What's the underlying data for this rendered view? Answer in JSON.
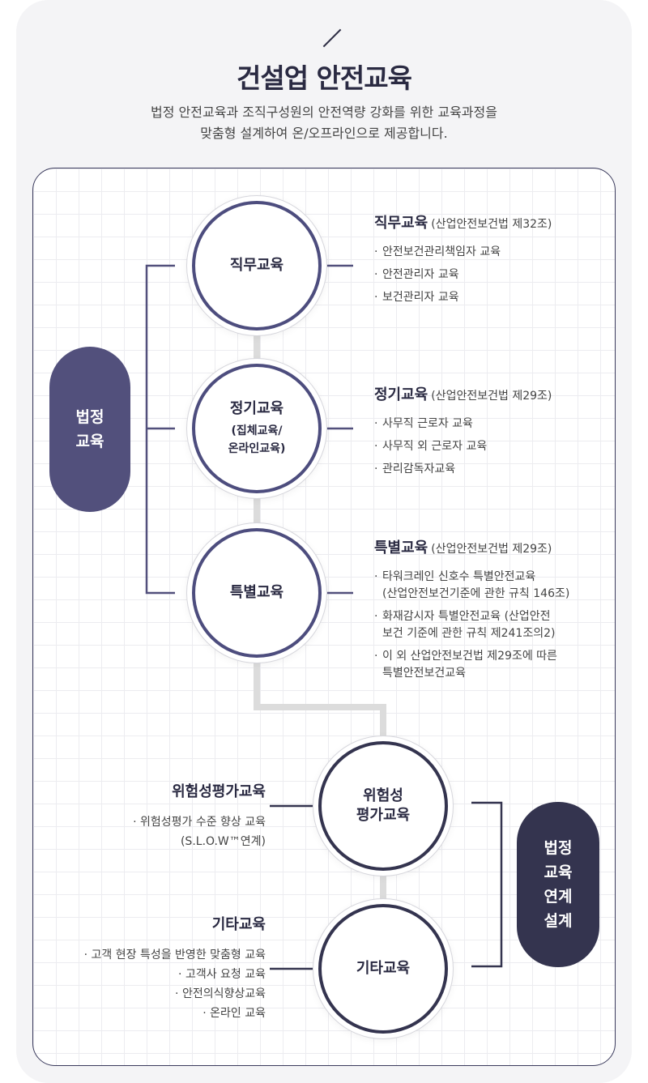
{
  "header": {
    "title": "건설업 안전교육",
    "subtitle_line1": "법정 안전교육과 조직구성원의 안전역량 강화를 위한 교육과정을",
    "subtitle_line2": "맞춤형 설계하여 온/오프라인으로 제공합니다."
  },
  "pills": {
    "legal": "법정\n교육",
    "link": "법정\n교육\n연계\n설계"
  },
  "circles": {
    "job": "직무교육",
    "regular": "정기교육",
    "regular_sub_1": "(집체교육/",
    "regular_sub_2": "온라인교육)",
    "special": "특별교육",
    "risk_1": "위험성",
    "risk_2": "평가교육",
    "other": "기타교육"
  },
  "job": {
    "title": "직무교육",
    "law": "(산업안전보건법 제32조)",
    "items": [
      "안전보건관리책임자 교육",
      "안전관리자 교육",
      "보건관리자 교육"
    ]
  },
  "regular": {
    "title": "정기교육",
    "law": "(산업안전보건법 제29조)",
    "items": [
      "사무직 근로자 교육",
      "사무직 외 근로자 교육",
      "관리감독자교육"
    ]
  },
  "special": {
    "title": "특별교육",
    "law": "(산업안전보건법 제29조)",
    "items": [
      {
        "l1": "타워크레인 신호수 특별안전교육",
        "l2": "(산업안전보건기준에 관한 규칙 146조)"
      },
      {
        "l1": "화재감시자 특별안전교육 (산업안전",
        "l2": "보건 기준에 관한 규칙 제241조의2)"
      },
      {
        "l1": "이 외 산업안전보건법 제29조에 따른",
        "l2": "특별안전보건교육"
      }
    ]
  },
  "risk": {
    "title": "위험성평가교육",
    "item_1": "위험성평가 수준 향상 교육",
    "item_2": "(S.L.O.W™연계)"
  },
  "other": {
    "title": "기타교육",
    "items": [
      "고객 현장 특성을 반영한 맞춤형 교육",
      "고객사 요청 교육",
      "안전의식향상교육",
      "온라인 교육"
    ]
  },
  "bullet": "·",
  "colors": {
    "primary": "#52507c",
    "dark": "#34344f",
    "connector_gray": "#dcdcdc"
  }
}
